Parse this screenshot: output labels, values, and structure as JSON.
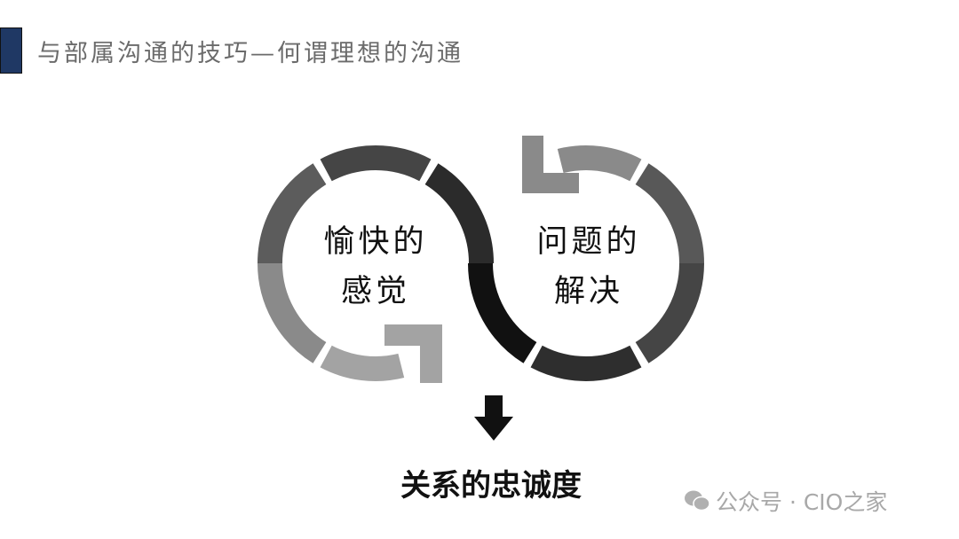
{
  "header": {
    "title": "与部属沟通的技巧—何谓理想的沟通"
  },
  "diagram": {
    "left_circle": {
      "line1": "愉快的",
      "line2": "感觉"
    },
    "right_circle": {
      "line1": "问题的",
      "line2": "解决"
    },
    "result": "关系的忠诚度"
  },
  "watermark": {
    "text": "公众号 · CIO之家",
    "icon": "wechat-icon"
  }
}
